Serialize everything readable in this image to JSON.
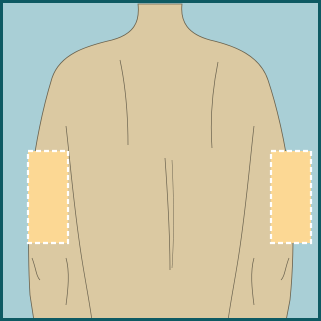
{
  "illustration": {
    "subject": "back-of-torso-with-upper-arm-injection-sites",
    "colors": {
      "background": "#a9cfd6",
      "border": "#0e5a63",
      "skin": "#dbc9a2",
      "outline": "#6a624e",
      "site_fill": "#fcd894",
      "site_border": "#ffffff"
    },
    "highlighted_sites": [
      "left-upper-arm",
      "right-upper-arm"
    ]
  }
}
